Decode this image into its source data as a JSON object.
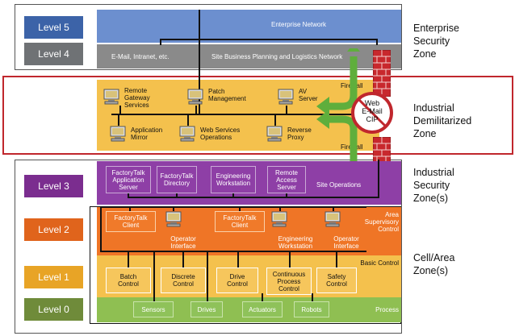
{
  "levels": [
    "Level 5",
    "Level 4",
    "Level 3",
    "Level 2",
    "Level 1",
    "Level 0"
  ],
  "zones": {
    "enterprise": [
      "Enterprise",
      "Security",
      "Zone"
    ],
    "dmz": [
      "Industrial",
      "Demilitarized",
      "Zone"
    ],
    "industrial": [
      "Industrial",
      "Security",
      "Zone(s)"
    ],
    "cell": [
      "Cell/Area",
      "Zone(s)"
    ]
  },
  "enterprise": {
    "network_label": "Enterprise Network",
    "email_label": "E-Mail, Intranet, etc.",
    "site_label": "Site Business Planning and Logistics Network"
  },
  "firewall_label": "Firewall",
  "firewall_label_2": "Firewall",
  "web_sign": [
    "Web",
    "E-Mail",
    "CIP"
  ],
  "dmz_items": [
    {
      "label": "Remote\nGateway\nServices"
    },
    {
      "label": "Patch\nManagement"
    },
    {
      "label": "AV\nServer"
    },
    {
      "label": "Application\nMirror"
    },
    {
      "label": "Web Services\nOperations"
    },
    {
      "label": "Reverse\nProxy"
    }
  ],
  "level3": {
    "items": [
      "FactoryTalk\nApplication\nServer",
      "FactoryTalk\nDirectory",
      "Engineering\nWorkstation",
      "Remote\nAccess\nServer"
    ],
    "site_ops": "Site Operations"
  },
  "level2": {
    "area_label": "Area\nSupervisory\nControl",
    "client1": "FactoryTalk\nClient",
    "op1": "Operator\nInterface",
    "client2": "FactoryTalk\nClient",
    "eng": "Engineering\nWorkstation",
    "op2": "Operator\nInterface"
  },
  "level1": {
    "basic_label": "Basic Control",
    "items": [
      "Batch\nControl",
      "Discrete\nControl",
      "Drive\nControl",
      "Continuous\nProcess\nControl",
      "Safety\nControl"
    ]
  },
  "level0": {
    "process_label": "Process",
    "items": [
      "Sensors",
      "Drives",
      "Actuators",
      "Robots"
    ]
  },
  "colors": {
    "enterprise_blue": "#6c8fcf",
    "grey": "#8a8a8a",
    "purple": "#8e3fa6",
    "orange": "#ef7526",
    "yellow": "#f4c14d",
    "green": "#8fbf52",
    "dmz_red": "#c0272d"
  }
}
